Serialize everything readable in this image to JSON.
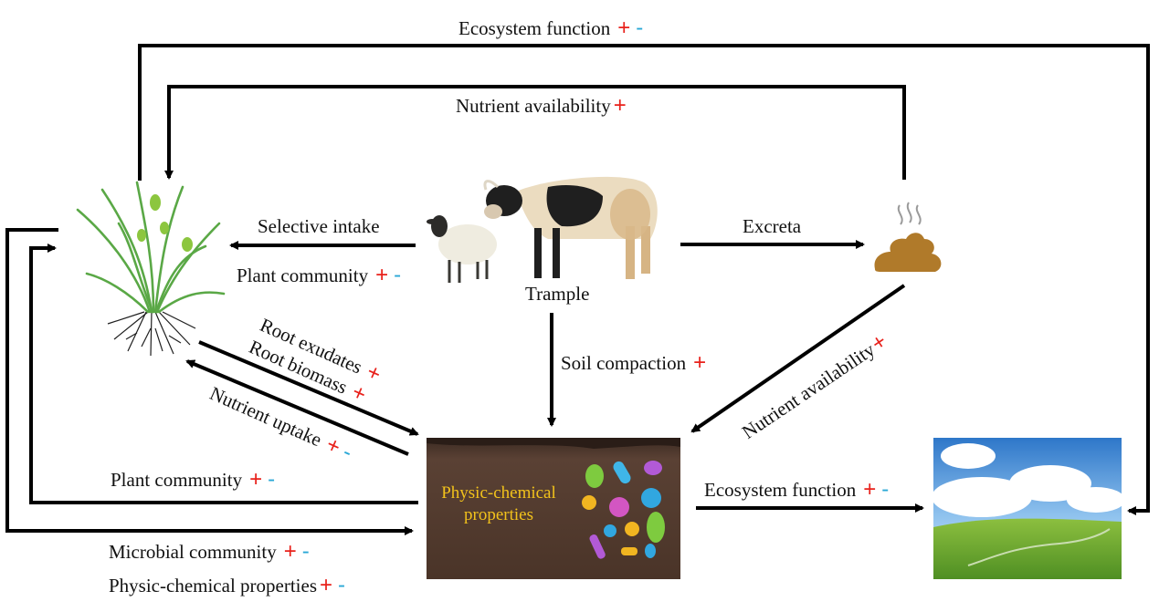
{
  "labels": {
    "eco_top": {
      "text": "Ecosystem function",
      "signs": [
        "+",
        "-"
      ]
    },
    "nutrient_top": {
      "text": "Nutrient availability",
      "signs": [
        "+"
      ]
    },
    "selective_intake": {
      "text": "Selective intake",
      "signs": []
    },
    "plant_community_mid": {
      "text": "Plant community",
      "signs": [
        "+",
        "-"
      ]
    },
    "excreta": {
      "text": "Excreta",
      "signs": []
    },
    "trample": {
      "text": "Trample",
      "signs": []
    },
    "soil_compaction": {
      "text": "Soil compaction",
      "signs": [
        "+"
      ]
    },
    "root_exudates": {
      "text": "Root exudates",
      "signs": [
        "+"
      ]
    },
    "root_biomass": {
      "text": "Root biomass",
      "signs": [
        "+"
      ]
    },
    "nutrient_uptake": {
      "text": "Nutrient uptake",
      "signs": [
        "+",
        "-"
      ]
    },
    "nutrient_diag": {
      "text": "Nutrient availability",
      "signs": [
        "+"
      ]
    },
    "plant_community_low": {
      "text": "Plant community",
      "signs": [
        "+",
        "-"
      ]
    },
    "eco_right": {
      "text": "Ecosystem function",
      "signs": [
        "+",
        "-"
      ]
    },
    "microbial_community": {
      "text": "Microbial community",
      "signs": [
        "+",
        "-"
      ]
    },
    "physchem_bottom": {
      "text": "Physic-chemical properties",
      "signs": [
        "+",
        "-"
      ]
    }
  },
  "soil_box": {
    "line1": "Physic-chemical",
    "line2": "properties"
  },
  "colors": {
    "plus": "#e8211b",
    "minus": "#2aa8d6",
    "soil_text": "#f2c21b",
    "soil_bg": "#4a3428"
  },
  "icons": [
    "grass-plant-icon",
    "sheep-icon",
    "yak-icon",
    "dung-icon",
    "soil-microbes-icon",
    "grassland-landscape-icon"
  ]
}
